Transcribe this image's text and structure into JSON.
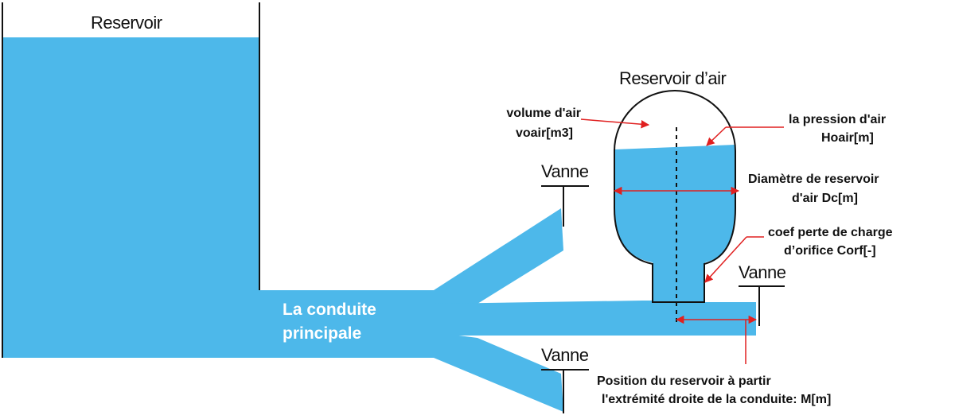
{
  "diagram": {
    "colors": {
      "water": "#4db8ea",
      "line": "#111111",
      "arrow": "#e02020"
    },
    "labels": {
      "reservoir": "Reservoir",
      "main_pipe_1": "La conduite",
      "main_pipe_2": "principale",
      "air_reservoir": "Reservoir d’air",
      "air_volume_1": "volume d'air",
      "air_volume_2": "voair[m3]",
      "air_pressure_1": "la pression d'air",
      "air_pressure_2": "Hoair[m]",
      "diameter_1": "Diamètre de reservoir",
      "diameter_2": "d'air Dc[m]",
      "orifice_1": "coef perte de charge",
      "orifice_2": "d’orifice Corf[-]",
      "position_1": "Position du reservoir à partir",
      "position_2": "l'extrémité droite de la conduite: M[m]",
      "valve_top": "Vanne",
      "valve_right": "Vanne",
      "valve_bottom": "Vanne"
    }
  }
}
